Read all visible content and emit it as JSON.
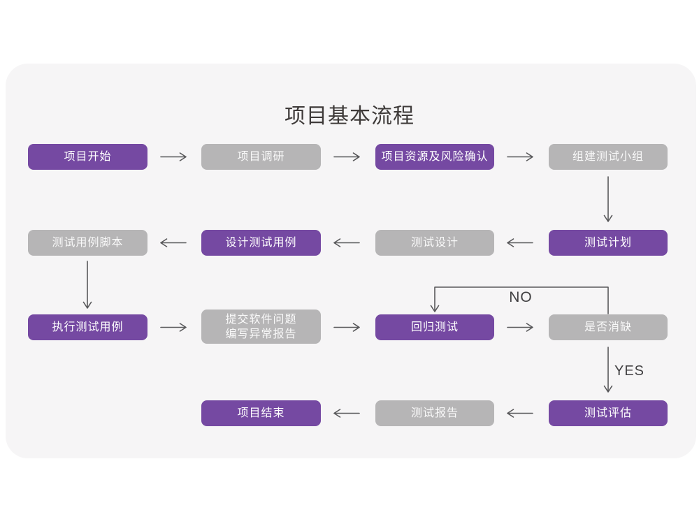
{
  "title": "项目基本流程",
  "nodes": [
    {
      "label": "项目开始",
      "variant": "purple"
    },
    {
      "label": "项目调研",
      "variant": "gray"
    },
    {
      "label": "项目资源及风险确认",
      "variant": "purple"
    },
    {
      "label": "组建测试小组",
      "variant": "gray"
    },
    {
      "label": "测试用例脚本",
      "variant": "gray"
    },
    {
      "label": "设计测试用例",
      "variant": "purple"
    },
    {
      "label": "测试设计",
      "variant": "gray"
    },
    {
      "label": "测试计划",
      "variant": "purple"
    },
    {
      "label": "执行测试用例",
      "variant": "purple"
    },
    {
      "lines": [
        "提交软件问题",
        "编写异常报告"
      ],
      "variant": "gray"
    },
    {
      "label": "回归测试",
      "variant": "purple"
    },
    {
      "label": "是否消缺",
      "variant": "gray"
    },
    {
      "label": "项目结束",
      "variant": "purple"
    },
    {
      "label": "测试报告",
      "variant": "gray"
    },
    {
      "label": "测试评估",
      "variant": "purple"
    }
  ],
  "edge_labels": {
    "no": "NO",
    "yes": "YES"
  },
  "colors": {
    "page_bg": "#ffffff",
    "card_bg": "#f6f5f6",
    "purple": "#7549a2",
    "gray": "#b6b5b6",
    "connector": "#58585a",
    "title_text": "#3e3a39",
    "node_text": "#ffffff",
    "edge_label_text": "#414042"
  }
}
